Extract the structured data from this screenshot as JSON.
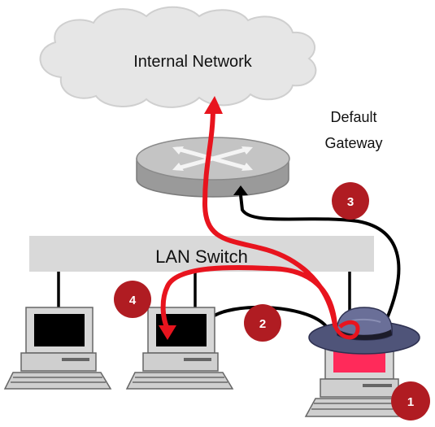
{
  "cloud": {
    "label": "Internal Network"
  },
  "gateway": {
    "label_line1": "Default",
    "label_line2": "Gateway"
  },
  "switch": {
    "label": "LAN Switch"
  },
  "steps": [
    {
      "number": "1"
    },
    {
      "number": "2"
    },
    {
      "number": "3"
    },
    {
      "number": "4"
    }
  ],
  "colors": {
    "attack_path": "#e8141e",
    "step_badge": "#b01c22",
    "cloud": "#e6e6e6",
    "switch": "#d9d9d9",
    "router": "#b5b5b5",
    "attacker_screen": "#ff2a5a",
    "hat": "#5a5f86"
  },
  "icons": {
    "cloud": "cloud-icon",
    "router": "router-icon",
    "switch": "switch-icon",
    "computers": [
      "computer-icon",
      "computer-icon",
      "computer-icon"
    ],
    "attacker": "hacker-hat-icon"
  }
}
